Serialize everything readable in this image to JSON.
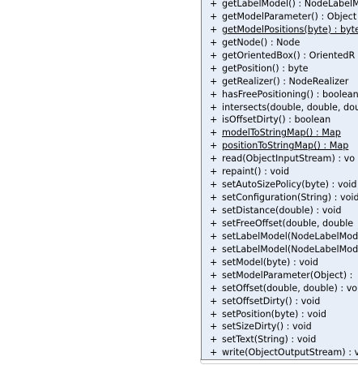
{
  "class_box": {
    "methods": [
      {
        "visibility": "+",
        "signature": "getLabelModel() : NodeLabelM",
        "static": false
      },
      {
        "visibility": "+",
        "signature": "getModelParameter() : Object",
        "static": false
      },
      {
        "visibility": "+",
        "signature": "getModelPositions(byte) : byte",
        "static": true
      },
      {
        "visibility": "+",
        "signature": "getNode() : Node",
        "static": false
      },
      {
        "visibility": "+",
        "signature": "getOrientedBox() : OrientedR",
        "static": false
      },
      {
        "visibility": "+",
        "signature": "getPosition() : byte",
        "static": false
      },
      {
        "visibility": "+",
        "signature": "getRealizer() : NodeRealizer",
        "static": false
      },
      {
        "visibility": "+",
        "signature": "hasFreePositioning() : boolean",
        "static": false
      },
      {
        "visibility": "+",
        "signature": "intersects(double, double, dou",
        "static": false
      },
      {
        "visibility": "+",
        "signature": "isOffsetDirty() : boolean",
        "static": false
      },
      {
        "visibility": "+",
        "signature": "modelToStringMap() : Map",
        "static": true
      },
      {
        "visibility": "+",
        "signature": "positionToStringMap() : Map",
        "static": true
      },
      {
        "visibility": "+",
        "signature": "read(ObjectInputStream) : vo",
        "static": false
      },
      {
        "visibility": "+",
        "signature": "repaint() : void",
        "static": false
      },
      {
        "visibility": "+",
        "signature": "setAutoSizePolicy(byte) : void",
        "static": false
      },
      {
        "visibility": "+",
        "signature": "setConfiguration(String) : void",
        "static": false
      },
      {
        "visibility": "+",
        "signature": "setDistance(double) : void",
        "static": false
      },
      {
        "visibility": "+",
        "signature": "setFreeOffset(double, double",
        "static": false
      },
      {
        "visibility": "+",
        "signature": "setLabelModel(NodeLabelMod",
        "static": false
      },
      {
        "visibility": "+",
        "signature": "setLabelModel(NodeLabelMod",
        "static": false
      },
      {
        "visibility": "+",
        "signature": "setModel(byte) : void",
        "static": false
      },
      {
        "visibility": "+",
        "signature": "setModelParameter(Object) :",
        "static": false
      },
      {
        "visibility": "+",
        "signature": "setOffset(double, double) : vo",
        "static": false
      },
      {
        "visibility": "+",
        "signature": "setOffsetDirty() : void",
        "static": false
      },
      {
        "visibility": "+",
        "signature": "setPosition(byte) : void",
        "static": false
      },
      {
        "visibility": "+",
        "signature": "setSizeDirty() : void",
        "static": false
      },
      {
        "visibility": "+",
        "signature": "setText(String) : void",
        "static": false
      },
      {
        "visibility": "+",
        "signature": "write(ObjectOutputStream) : v",
        "static": false
      }
    ]
  }
}
